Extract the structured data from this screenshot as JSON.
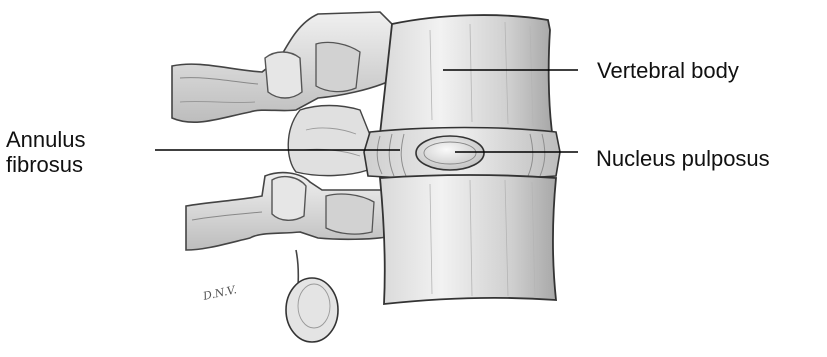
{
  "diagram": {
    "labels": {
      "vertebral_body": "Vertebral body",
      "nucleus_pulposus": "Nucleus pulposus",
      "annulus_fibrosus_line1": "Annulus",
      "annulus_fibrosus_line2": "fibrosus"
    },
    "signature": "D.N.V."
  }
}
